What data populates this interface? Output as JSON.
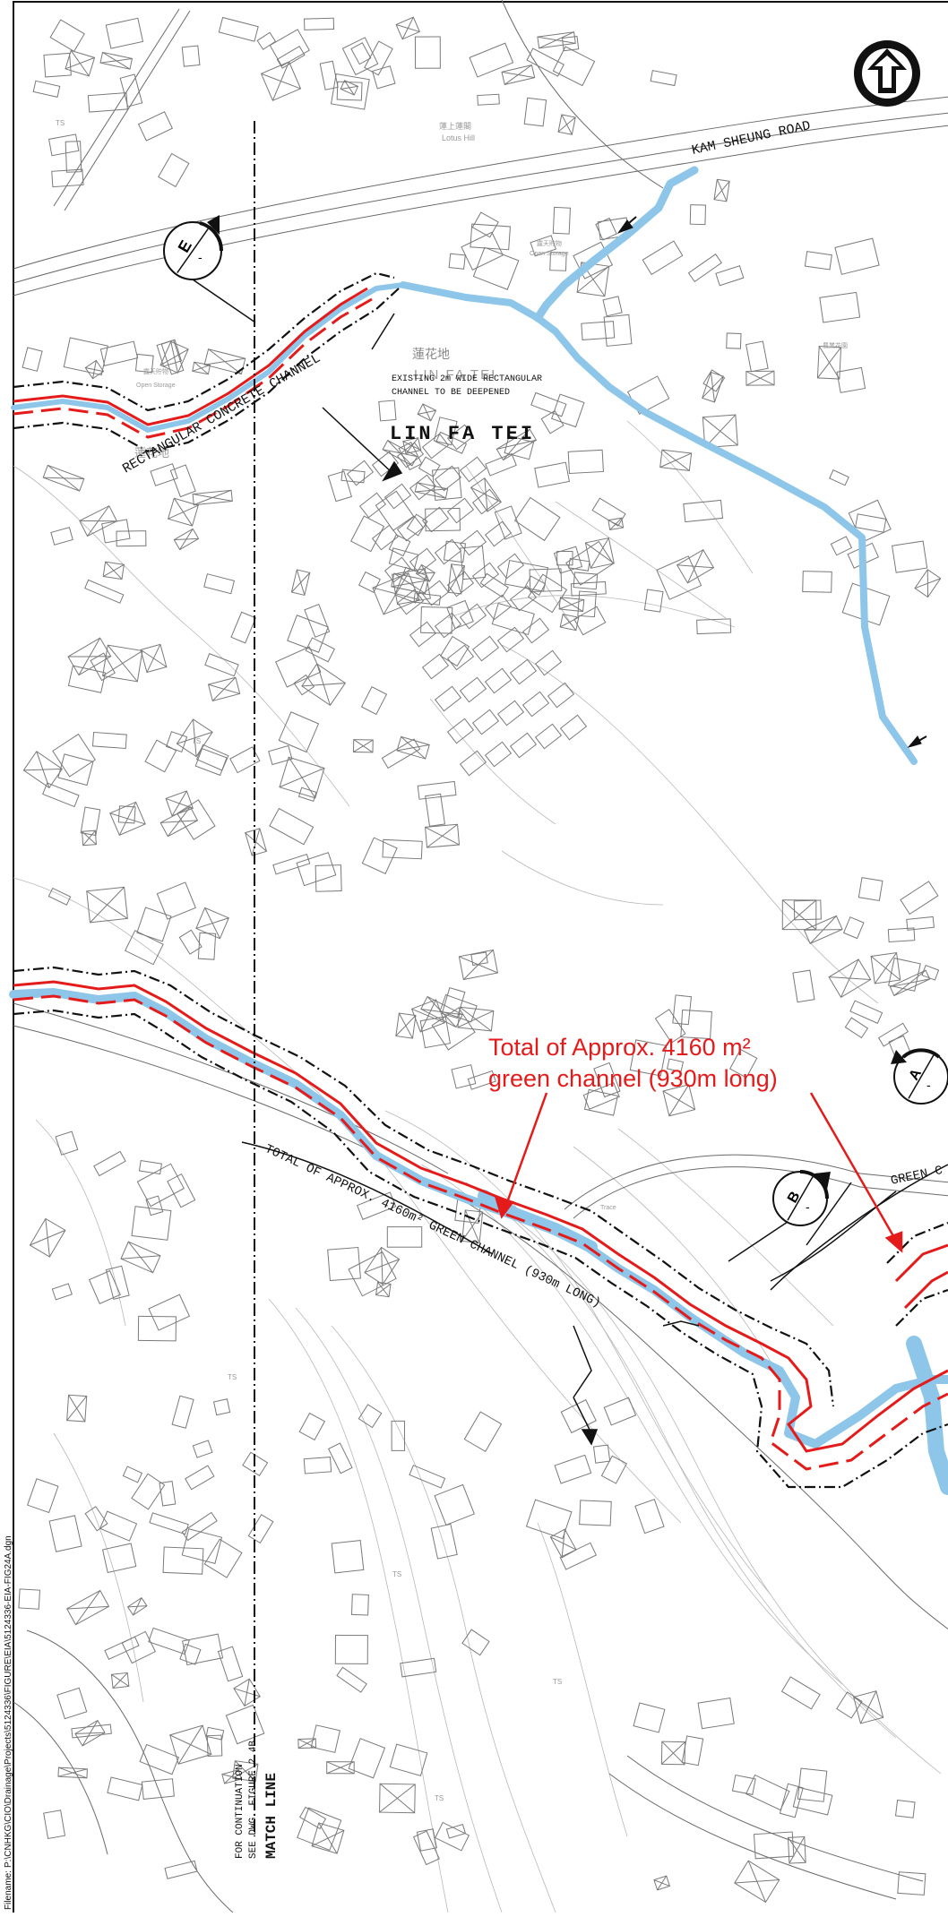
{
  "filename_label": "Filename:",
  "filename_path": "P:\\CNHKG\\CIO\\Drainage\\Projects\\5124336\\FIGURE\\EIA\\5124336-EIA-FIG24A.dgn",
  "roads": {
    "kam_sheung_road": "KAM SHEUNG ROAD"
  },
  "places": {
    "lin_fa_tei_en": "LIN FA TEI",
    "lin_fa_tei_cn": "蓮花地",
    "lin_fa_tei_small": "LIN FA TEI",
    "lin_fa_tei_cn_small": "蓮花地",
    "lotus_hill_cn": "蓮上蓮閣",
    "lotus_hill_en": "Lotus Hill",
    "open_storage_cn": "露天貯物",
    "open_storage_en": "Open Storage",
    "open_storage_cn_2": "露天貯物",
    "open_storage_en_2": "Open Storage",
    "garden_cn": "農業花園"
  },
  "annotations": {
    "rect_concrete_channel": "RECTANGULAR CONCRETE CHANNEL",
    "existing_channel_line1": "EXISTING 2m WIDE RECTANGULAR",
    "existing_channel_line2": "CHANNEL TO BE DEEPENED",
    "total_green_channel_black": "TOTAL OF APPROX. 4160m² GREEN CHANNEL (930m LONG)",
    "green_channel_partial": "GREEN C",
    "red_callout_line1": "Total of Approx. 4160 m²",
    "red_callout_line2": "green channel (930m long)",
    "continuation_line1": "FOR CONTINUATION",
    "continuation_line2": "SEE DWG. FIGURE 2.4B",
    "match_line": "MATCH LINE",
    "trace_label": "Trace",
    "ts_labels": [
      "TS",
      "TS",
      "TS",
      "TS",
      "TS",
      "TS"
    ]
  },
  "sections": [
    {
      "letter": "E"
    },
    {
      "letter": "A"
    },
    {
      "letter": "B"
    }
  ],
  "colors": {
    "water": "#8ec6ea",
    "channel_red": "#e41b1b",
    "callout_red": "#e41b1b",
    "linework": "#111111",
    "base_map": "#7a7a7a"
  },
  "icons": {
    "north_arrow": "north-arrow-icon"
  }
}
